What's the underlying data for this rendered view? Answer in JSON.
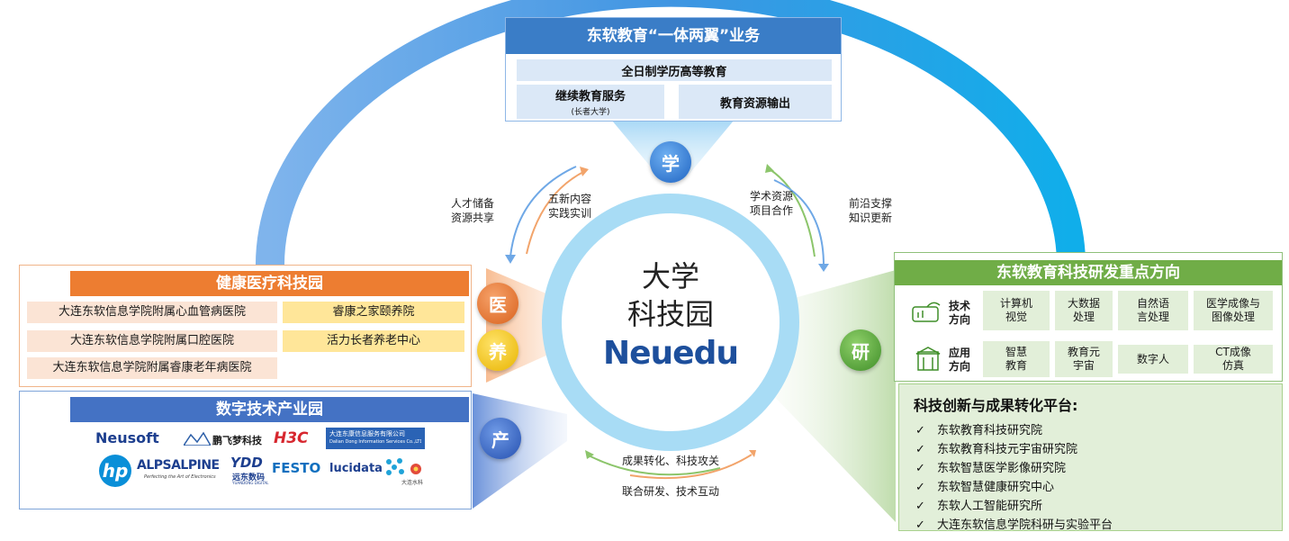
{
  "top": {
    "title": "东软教育“一体两翼”业务",
    "row1": "全日制学历高等教育",
    "row2_left": "继续教育服务",
    "row2_left_sub": "(长者大学)",
    "row2_right": "教育资源输出"
  },
  "badges": {
    "xue": "学",
    "yi": "医",
    "yang": "养",
    "chan": "产",
    "yan": "研"
  },
  "center": {
    "title_line1": "大学",
    "title_line2": "科技园",
    "logo": "Neuedu"
  },
  "notes": {
    "top_left_outer": "人才储备\n资源共享",
    "top_left_inner": "五新内容\n实践实训",
    "top_right_inner": "学术资源\n项目合作",
    "top_right_outer": "前沿支撑\n知识更新",
    "bottom_top": "成果转化、科技攻关",
    "bottom_bottom": "联合研发、技术互动"
  },
  "health": {
    "title": "健康医疗科技园",
    "hospitals": [
      "大连东软信息学院附属心血管病医院",
      "大连东软信息学院附属口腔医院",
      "大连东软信息学院附属睿康老年病医院"
    ],
    "care": [
      "睿康之家颐养院",
      "活力长者养老中心"
    ]
  },
  "digital": {
    "title": "数字技术产业园",
    "logos": {
      "neusoft": "Neusoft",
      "pengfei": "鹏飞梦科技",
      "h3c": "H3C",
      "dongkang": "大连东康信息服务有限公司",
      "dongkang_en": "Dalian Dong Information Services Co.,LTD",
      "hp": "hp",
      "alps": "ALPSALPINE",
      "alps_tag": "Perfecting the Art of Electronics",
      "ydd": "YDD",
      "ydd_cn": "远东数码",
      "ydd_en": "YUANDONG DIGITAL",
      "festo": "FESTO",
      "lucidata": "lucidata",
      "shuike": "大连水科"
    }
  },
  "research": {
    "title": "东软教育科技研发重点方向",
    "row1_label": "技术\n方向",
    "row1": [
      "计算机\n视觉",
      "大数据\n处理",
      "自然语\n言处理",
      "医学成像与\n图像处理"
    ],
    "row2_label": "应用\n方向",
    "row2": [
      "智慧\n教育",
      "教育元\n宇宙",
      "数字人",
      "CT成像\n仿真"
    ]
  },
  "platform": {
    "title": "科技创新与成果转化平台:",
    "check": "✓",
    "items": [
      "东软教育科技研究院",
      "东软教育科技元宇宙研究院",
      "东软智慧医学影像研究院",
      "东软智慧健康研究中心",
      "东软人工智能研究所",
      "大连东软信息学院科研与实验平台"
    ]
  },
  "colors": {
    "top_blue": "#3a7dc7",
    "orange": "#ed7d31",
    "digital_blue": "#4472c4",
    "green": "#70ad47",
    "ring": "#a8dcf5",
    "logo_blue": "#1d4f9c"
  }
}
